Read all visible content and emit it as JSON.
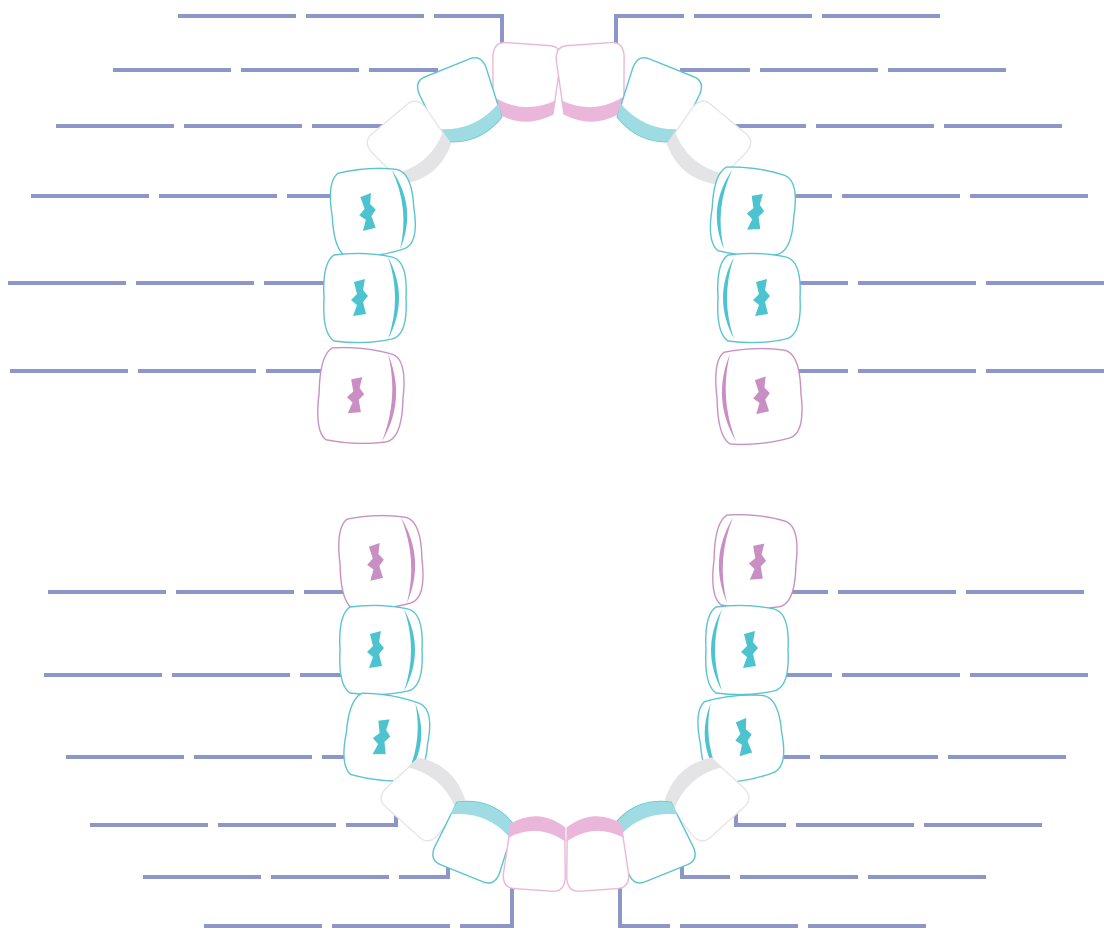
{
  "diagram": {
    "colors": {
      "leader_line": "#8c96c8",
      "mint": "#4cc3cf",
      "pink": "#c98fc4",
      "pink_light": "#eab7da",
      "gray": "#e4e4e6",
      "outline_mint": "#5bc4d0",
      "outline_pink": "#c98fc4",
      "outline_gray": "#e6e6e8"
    },
    "arches": [
      {
        "name": "upper",
        "teeth": [
          {
            "id": "u-central-incisor-left",
            "kind": "incisor",
            "color": "pink"
          },
          {
            "id": "u-central-incisor-right",
            "kind": "incisor",
            "color": "pink"
          },
          {
            "id": "u-lateral-incisor-left",
            "kind": "incisor",
            "color": "mint"
          },
          {
            "id": "u-lateral-incisor-right",
            "kind": "incisor",
            "color": "mint"
          },
          {
            "id": "u-canine-left",
            "kind": "canine",
            "color": "gray"
          },
          {
            "id": "u-canine-right",
            "kind": "canine",
            "color": "gray"
          },
          {
            "id": "u-first-molar-left",
            "kind": "molar",
            "color": "mint"
          },
          {
            "id": "u-first-molar-right",
            "kind": "molar",
            "color": "mint"
          },
          {
            "id": "u-second-molar-left",
            "kind": "molar",
            "color": "mint"
          },
          {
            "id": "u-second-molar-right",
            "kind": "molar",
            "color": "mint"
          },
          {
            "id": "u-third-molar-left",
            "kind": "molar",
            "color": "pink"
          },
          {
            "id": "u-third-molar-right",
            "kind": "molar",
            "color": "pink"
          }
        ]
      },
      {
        "name": "lower",
        "teeth": [
          {
            "id": "l-third-molar-left",
            "kind": "molar",
            "color": "pink"
          },
          {
            "id": "l-third-molar-right",
            "kind": "molar",
            "color": "pink"
          },
          {
            "id": "l-second-molar-left",
            "kind": "molar",
            "color": "mint"
          },
          {
            "id": "l-second-molar-right",
            "kind": "molar",
            "color": "mint"
          },
          {
            "id": "l-first-molar-left",
            "kind": "molar",
            "color": "mint"
          },
          {
            "id": "l-first-molar-right",
            "kind": "molar",
            "color": "mint"
          },
          {
            "id": "l-canine-left",
            "kind": "canine",
            "color": "gray"
          },
          {
            "id": "l-canine-right",
            "kind": "canine",
            "color": "gray"
          },
          {
            "id": "l-lateral-incisor-left",
            "kind": "incisor",
            "color": "mint"
          },
          {
            "id": "l-lateral-incisor-right",
            "kind": "incisor",
            "color": "mint"
          },
          {
            "id": "l-central-incisor-left",
            "kind": "incisor",
            "color": "pink"
          },
          {
            "id": "l-central-incisor-right",
            "kind": "incisor",
            "color": "pink"
          }
        ]
      }
    ],
    "label_blanks": [
      {
        "id": "blank-u-central-left",
        "text": ""
      },
      {
        "id": "blank-u-central-right",
        "text": ""
      },
      {
        "id": "blank-u-lateral-left",
        "text": ""
      },
      {
        "id": "blank-u-lateral-right",
        "text": ""
      },
      {
        "id": "blank-u-canine-left",
        "text": ""
      },
      {
        "id": "blank-u-canine-right",
        "text": ""
      },
      {
        "id": "blank-u-first-molar-left",
        "text": ""
      },
      {
        "id": "blank-u-first-molar-right",
        "text": ""
      },
      {
        "id": "blank-u-second-molar-left",
        "text": ""
      },
      {
        "id": "blank-u-second-molar-right",
        "text": ""
      },
      {
        "id": "blank-u-third-molar-left",
        "text": ""
      },
      {
        "id": "blank-u-third-molar-right",
        "text": ""
      },
      {
        "id": "blank-l-second-molar-left",
        "text": ""
      },
      {
        "id": "blank-l-second-molar-right",
        "text": ""
      },
      {
        "id": "blank-l-first-molar-left",
        "text": ""
      },
      {
        "id": "blank-l-first-molar-right",
        "text": ""
      },
      {
        "id": "blank-l-canine-left",
        "text": ""
      },
      {
        "id": "blank-l-canine-right",
        "text": ""
      },
      {
        "id": "blank-l-lateral-left",
        "text": ""
      },
      {
        "id": "blank-l-lateral-right",
        "text": ""
      },
      {
        "id": "blank-l-central-left",
        "text": ""
      },
      {
        "id": "blank-l-central-right",
        "text": ""
      },
      {
        "id": "blank-l-incisor-left",
        "text": ""
      },
      {
        "id": "blank-l-incisor-right",
        "text": ""
      }
    ]
  }
}
